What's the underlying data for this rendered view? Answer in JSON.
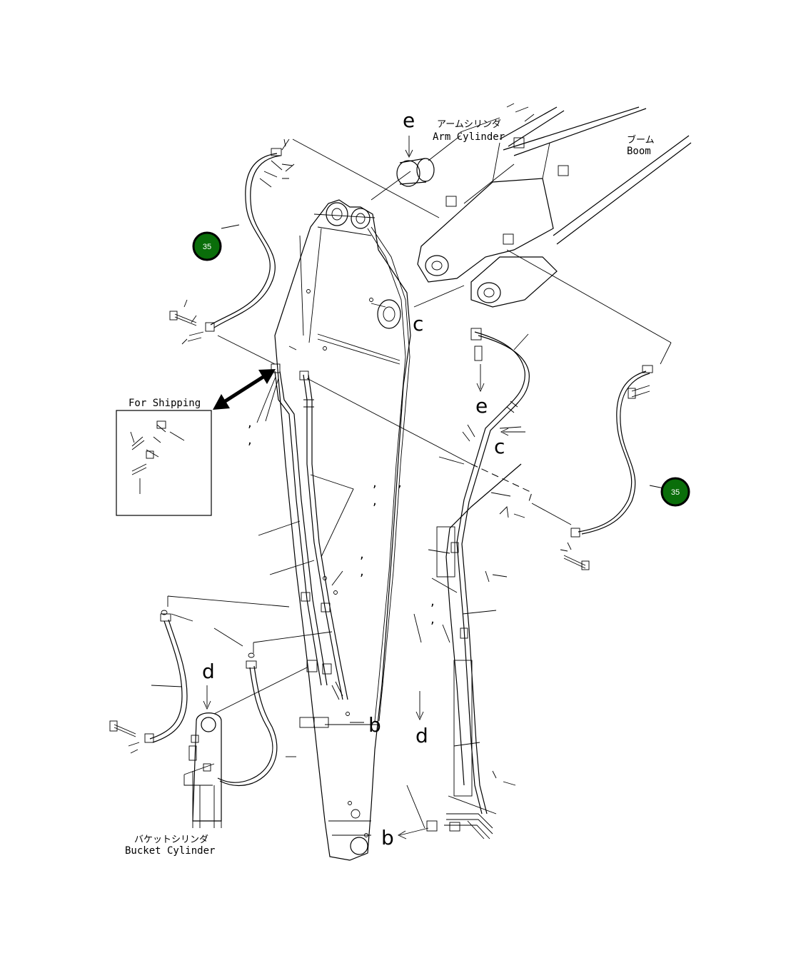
{
  "labels": {
    "arm_cylinder_jp": "アームシリンダ",
    "arm_cylinder_en": "Arm Cylinder",
    "boom_jp": "ブーム",
    "boom_en": "Boom",
    "bucket_cylinder_jp": "バケットシリンダ",
    "bucket_cylinder_en": "Bucket Cylinder",
    "for_shipping": "For Shipping"
  },
  "callouts": {
    "e_top": "e",
    "e_right": "e",
    "c_top": "c",
    "c_right": "c",
    "d_left": "d",
    "d_right": "d",
    "b_mid": "b",
    "b_bottom": "b"
  },
  "badges": [
    {
      "id": "badge-left",
      "text": "35",
      "color": "#0a6e0a"
    },
    {
      "id": "badge-right",
      "text": "35",
      "color": "#0a6e0a"
    }
  ],
  "ticks": ",",
  "colors": {
    "line": "#000000",
    "badge_fill": "#0a6e0a",
    "badge_ring": "#000000"
  }
}
